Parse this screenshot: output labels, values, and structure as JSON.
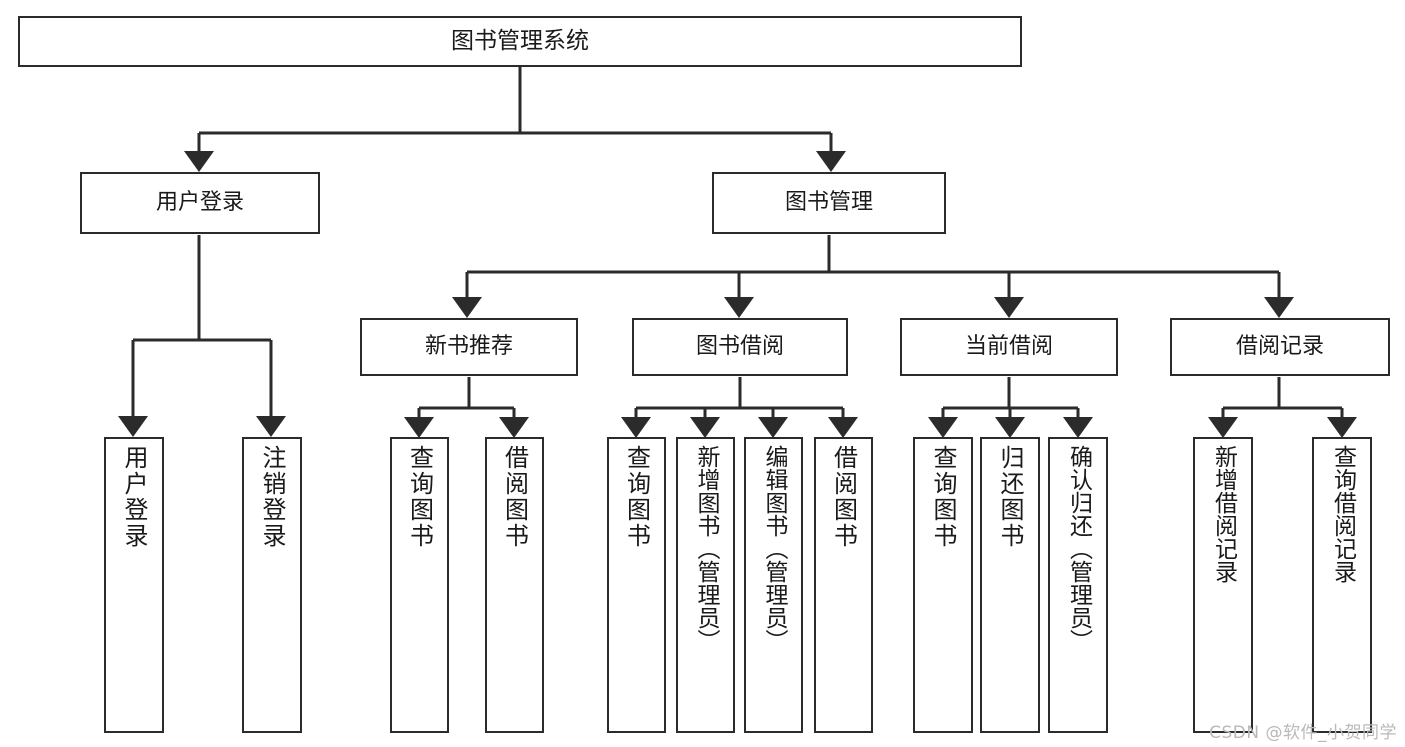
{
  "diagram": {
    "type": "tree-hierarchy",
    "title": "图书管理系统",
    "orientation": "top-down",
    "colors": {
      "box_border": "#2b2b2b",
      "box_fill": "#ffffff",
      "connector": "#2b2b2b",
      "text": "#1a1a1a",
      "watermark": "#b9b9b9",
      "background": "#ffffff"
    }
  },
  "nodes": {
    "root": {
      "label": "图书管理系统",
      "level": 0
    },
    "level1": [
      {
        "id": "user-login",
        "label": "用户登录"
      },
      {
        "id": "book-manage",
        "label": "图书管理"
      }
    ],
    "level2": [
      {
        "id": "new-book-recommend",
        "label": "新书推荐",
        "parent": "book-manage"
      },
      {
        "id": "book-borrow",
        "label": "图书借阅",
        "parent": "book-manage"
      },
      {
        "id": "current-borrow",
        "label": "当前借阅",
        "parent": "book-manage"
      },
      {
        "id": "borrow-record",
        "label": "借阅记录",
        "parent": "book-manage"
      }
    ],
    "leaves": [
      {
        "id": "leaf-user-login",
        "label": "用户登录",
        "parent": "user-login"
      },
      {
        "id": "leaf-logout",
        "label": "注销登录",
        "parent": "user-login"
      },
      {
        "id": "leaf-query-book-1",
        "label": "查询图书",
        "parent": "new-book-recommend"
      },
      {
        "id": "leaf-borrow-book-1",
        "label": "借阅图书",
        "parent": "new-book-recommend"
      },
      {
        "id": "leaf-query-book-2",
        "label": "查询图书",
        "parent": "book-borrow"
      },
      {
        "id": "leaf-add-book",
        "label": "新增图书（管理员）",
        "parent": "book-borrow"
      },
      {
        "id": "leaf-edit-book",
        "label": "编辑图书（管理员）",
        "parent": "book-borrow"
      },
      {
        "id": "leaf-borrow-book-2",
        "label": "借阅图书",
        "parent": "book-borrow"
      },
      {
        "id": "leaf-query-book-3",
        "label": "查询图书",
        "parent": "current-borrow"
      },
      {
        "id": "leaf-return-book",
        "label": "归还图书",
        "parent": "current-borrow"
      },
      {
        "id": "leaf-confirm-return",
        "label": "确认归还（管理员）",
        "parent": "current-borrow"
      },
      {
        "id": "leaf-add-record",
        "label": "新增借阅记录",
        "parent": "borrow-record"
      },
      {
        "id": "leaf-query-record",
        "label": "查询借阅记录",
        "parent": "borrow-record"
      }
    ]
  },
  "watermark": {
    "text": "CSDN @软件_小贺同学"
  }
}
